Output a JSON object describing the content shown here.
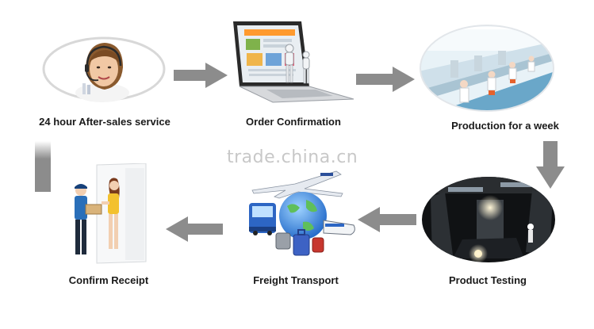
{
  "steps": [
    {
      "id": "support",
      "label": "24 hour After-sales service",
      "icon": "headset-agent-icon"
    },
    {
      "id": "order",
      "label": "Order Confirmation",
      "icon": "laptop-icon"
    },
    {
      "id": "production",
      "label": "Production for a week",
      "icon": "factory-line-icon"
    },
    {
      "id": "testing",
      "label": "Product Testing",
      "icon": "test-lab-icon"
    },
    {
      "id": "freight",
      "label": "Freight Transport",
      "icon": "globe-transport-icon"
    },
    {
      "id": "receipt",
      "label": "Confirm Receipt",
      "icon": "delivery-handover-icon"
    }
  ],
  "watermark": "trade.china.cn",
  "colors": {
    "arrow": "#8c8c8c",
    "text": "#1a1a1a",
    "watermark": "#c8c8c8"
  }
}
